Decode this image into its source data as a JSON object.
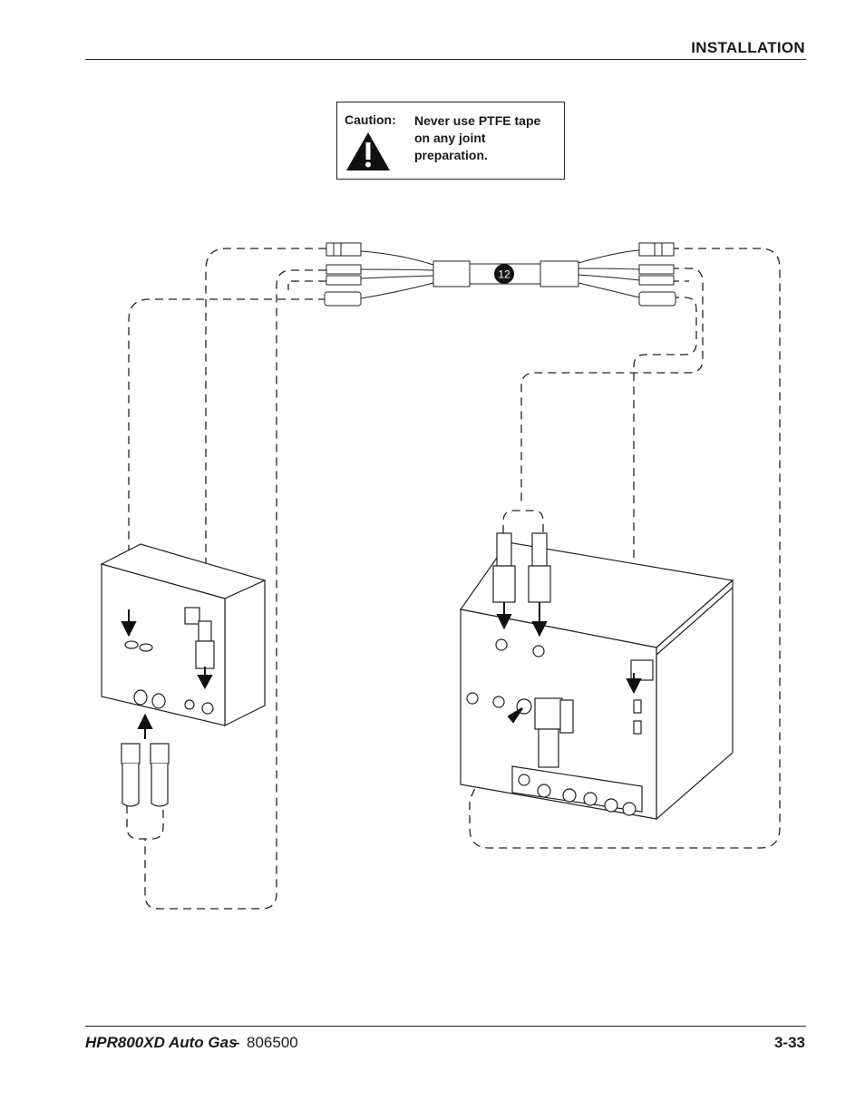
{
  "header": {
    "section_title": "INSTALLATION"
  },
  "caution": {
    "label": "Caution:",
    "text": "Never use PTFE tape on any joint preparation.",
    "icon": "warning-triangle-icon"
  },
  "figure": {
    "callout": "12"
  },
  "footer": {
    "product": "HPR800XD Auto Gas",
    "separator": "–",
    "doc_number": "806500",
    "page": "3-33"
  }
}
